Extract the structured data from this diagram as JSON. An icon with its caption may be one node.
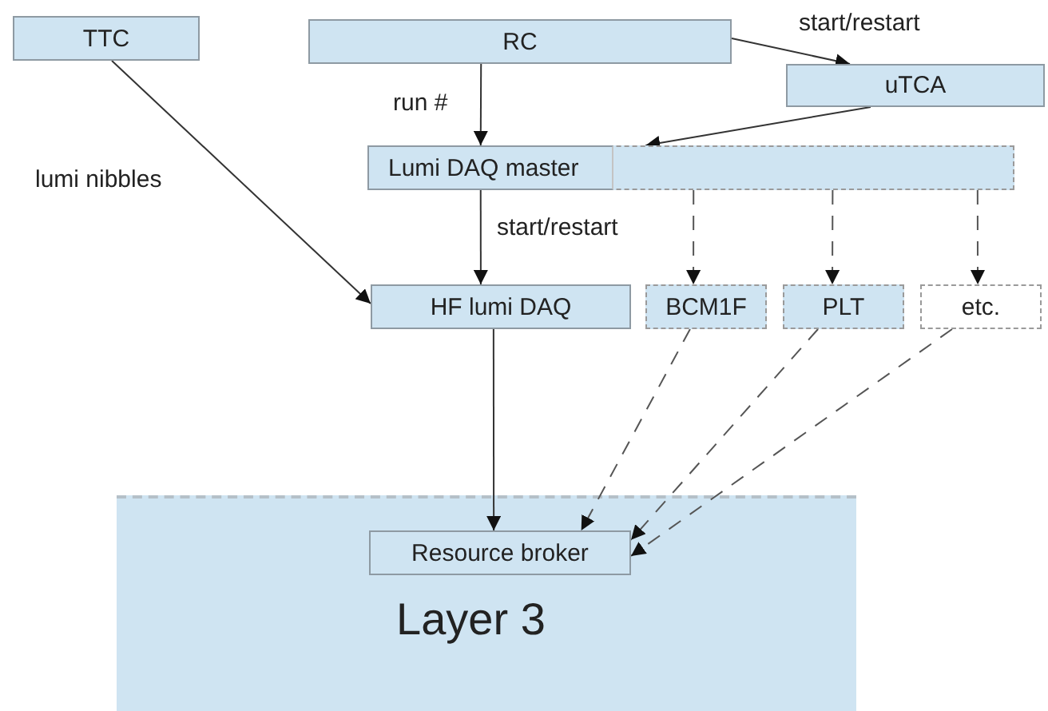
{
  "diagram": {
    "nodes": [
      {
        "text": [
          "TTC"
        ]
      },
      {
        "text": [
          "RC"
        ]
      },
      {
        "text": [
          "uTCA"
        ]
      },
      {
        "text": [
          "Lumi DAQ master"
        ]
      },
      {
        "text": [
          "HF lumi DAQ"
        ]
      },
      {
        "text": [
          "BCM1F"
        ]
      },
      {
        "text": [
          "PLT"
        ]
      },
      {
        "text": [
          "etc."
        ]
      },
      {
        "text": [
          "Layer 3"
        ]
      },
      {
        "text": [
          "Resource broker"
        ],
        "in": 8
      }
    ],
    "edges": [
      {
        "from": 1,
        "to": 2,
        "arrow": "to",
        "label": "start/restart"
      },
      {
        "from": 1,
        "to": 3,
        "arrow": "to",
        "label": "run #"
      },
      {
        "from": 2,
        "to": 3,
        "arrow": "to"
      },
      {
        "from": 0,
        "to": 4,
        "arrow": "to",
        "label": "lumi nibbles"
      },
      {
        "from": 3,
        "to": 4,
        "arrow": "to",
        "label": "start/restart"
      },
      {
        "from": 3,
        "to": 5,
        "arrow": "to",
        "style": "dashed"
      },
      {
        "from": 3,
        "to": 6,
        "arrow": "to",
        "style": "dashed"
      },
      {
        "from": 3,
        "to": 7,
        "arrow": "to",
        "style": "dashed"
      },
      {
        "from": 4,
        "to": 9,
        "arrow": "to"
      },
      {
        "from": 5,
        "to": 9,
        "arrow": "to",
        "style": "dashed"
      },
      {
        "from": 6,
        "to": 9,
        "arrow": "to",
        "style": "dashed"
      },
      {
        "from": 7,
        "to": 9,
        "arrow": "to",
        "style": "dashed"
      }
    ]
  }
}
